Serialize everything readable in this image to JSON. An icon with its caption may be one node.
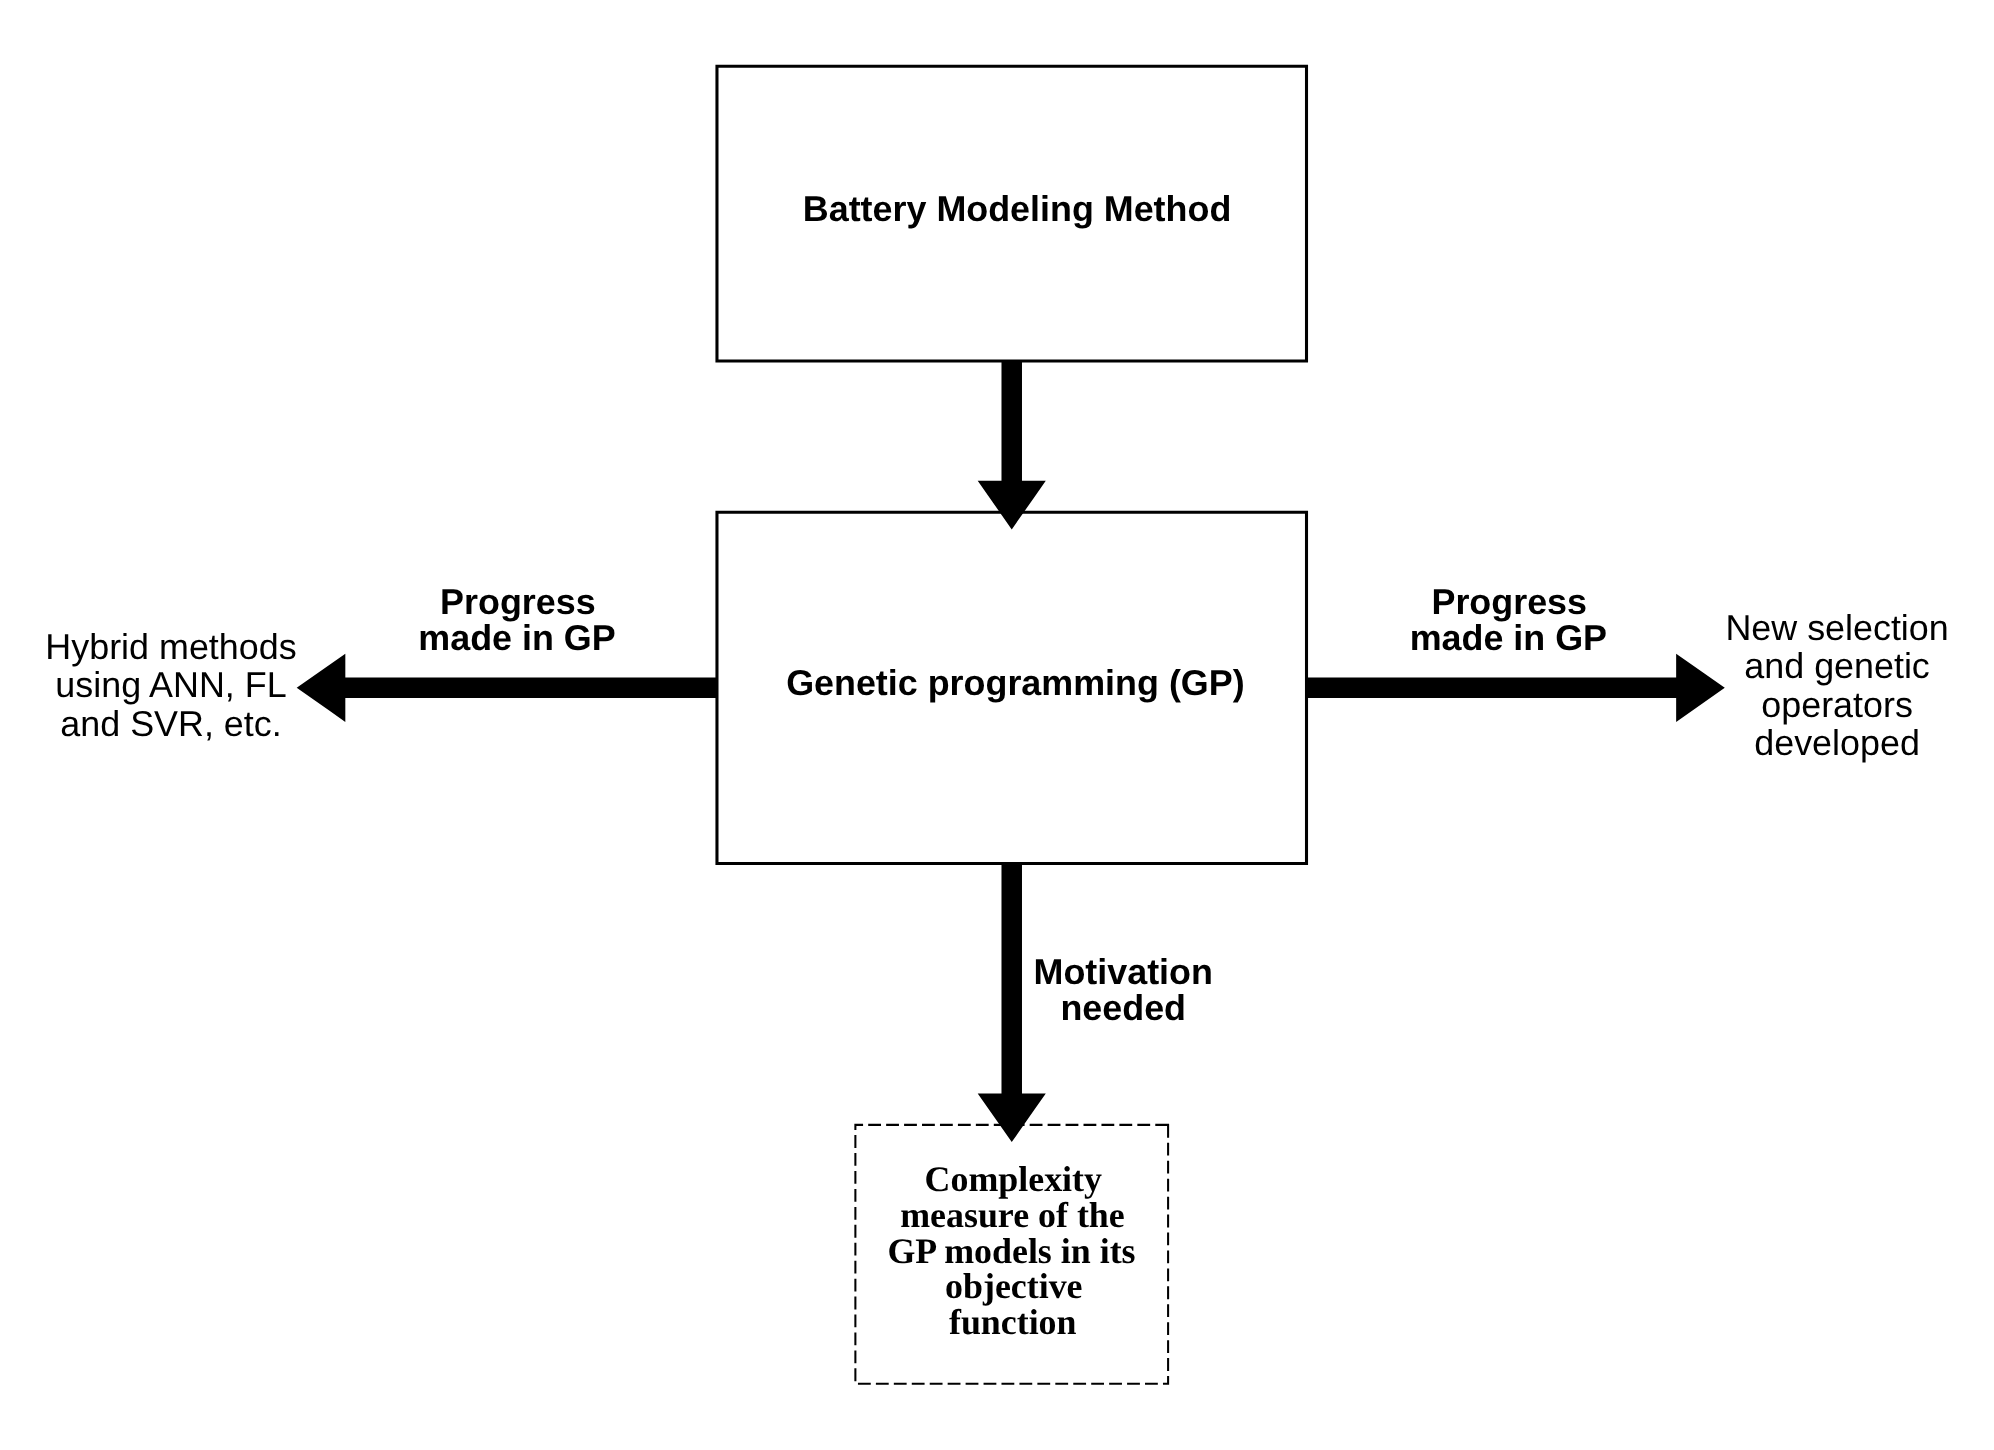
{
  "diagram": {
    "nodes": [
      {
        "text": [
          "Battery Modeling Method"
        ]
      },
      {
        "text": [
          "Genetic programming (GP)"
        ]
      },
      {
        "text": [
          "Hybrid methods using ANN, FL and SVR, etc."
        ]
      },
      {
        "text": [
          "New selection and genetic operators developed"
        ]
      },
      {
        "text": [
          "Complexity measure of the GP models in its objective function"
        ]
      }
    ],
    "edges": [
      {
        "from": 0,
        "to": 1,
        "arrow": "to"
      },
      {
        "from": 1,
        "to": 2,
        "arrow": "to",
        "label": "Progress made in GP"
      },
      {
        "from": 1,
        "to": 3,
        "arrow": "to",
        "label": "Progress made in GP"
      },
      {
        "from": 1,
        "to": 4,
        "arrow": "to",
        "label": "Motivation needed"
      }
    ]
  }
}
